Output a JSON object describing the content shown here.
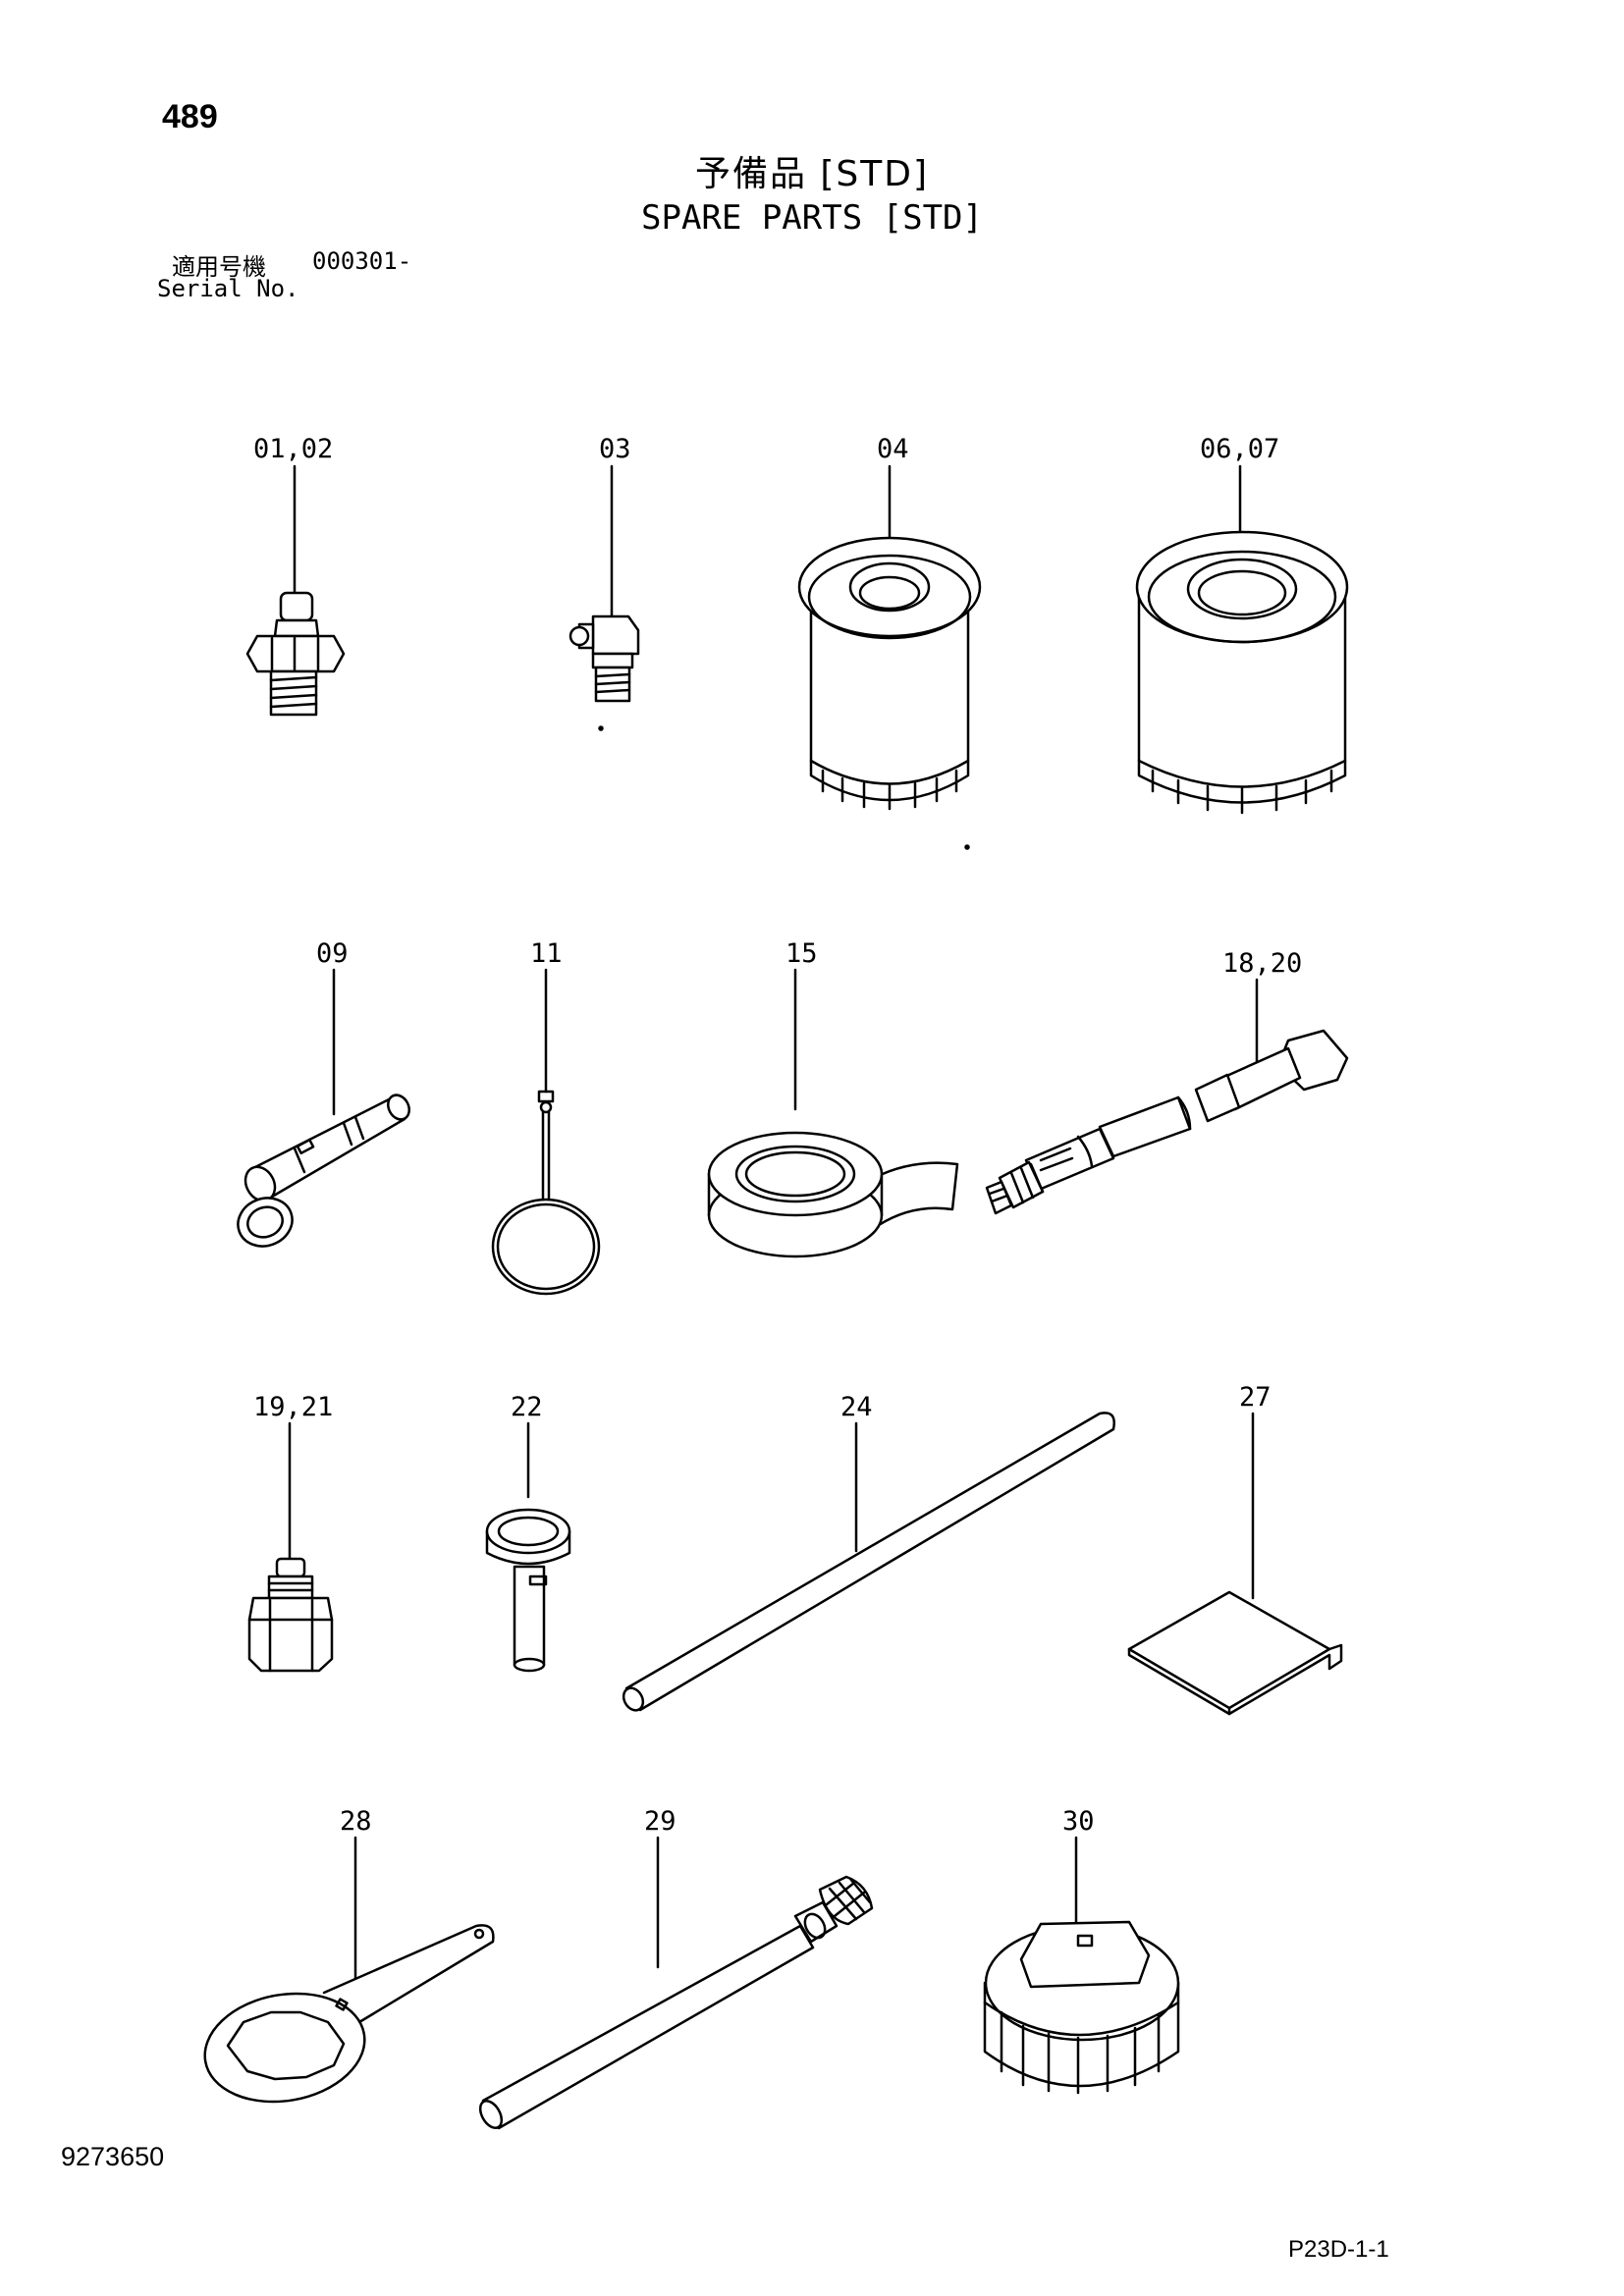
{
  "header": {
    "page_number": "489",
    "title_jp": "予備品 [STD]",
    "title_en": "SPARE PARTS [STD]",
    "serial_label_jp": "適用号機",
    "serial_value": "000301-",
    "serial_label_en": "Serial No."
  },
  "callouts": {
    "p01_02": "01,02",
    "p03": "03",
    "p04": "04",
    "p06_07": "06,07",
    "p09": "09",
    "p11": "11",
    "p15": "15",
    "p18_20": "18,20",
    "p19_21": "19,21",
    "p22": "22",
    "p24": "24",
    "p27": "27",
    "p28": "28",
    "p29": "29",
    "p30": "30"
  },
  "footer": {
    "drawing_number": "9273650",
    "sheet_code": "P23D-1-1"
  }
}
